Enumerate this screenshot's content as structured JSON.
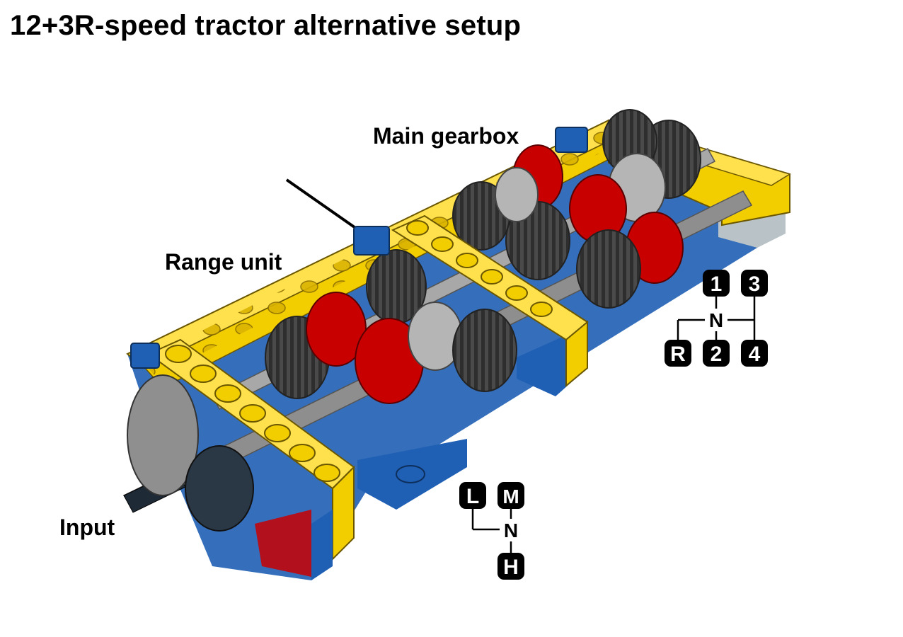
{
  "title": "12+3R-speed tractor alternative setup",
  "labels": {
    "main_gearbox": "Main gearbox",
    "range_unit": "Range unit",
    "input": "Input"
  },
  "main_shift_pattern": {
    "keys": [
      "1",
      "3",
      "N",
      "R",
      "2",
      "4"
    ]
  },
  "range_shift_pattern": {
    "keys": [
      "L",
      "M",
      "N",
      "H"
    ]
  },
  "colors": {
    "frame_yellow": "#f2cd00",
    "plate_blue": "#1f5fb4",
    "gear_red": "#c80000",
    "gear_dark": "#3c3c3c",
    "axle_gray": "#9a9a9a",
    "key_black": "#000000",
    "key_white": "#ffffff"
  }
}
